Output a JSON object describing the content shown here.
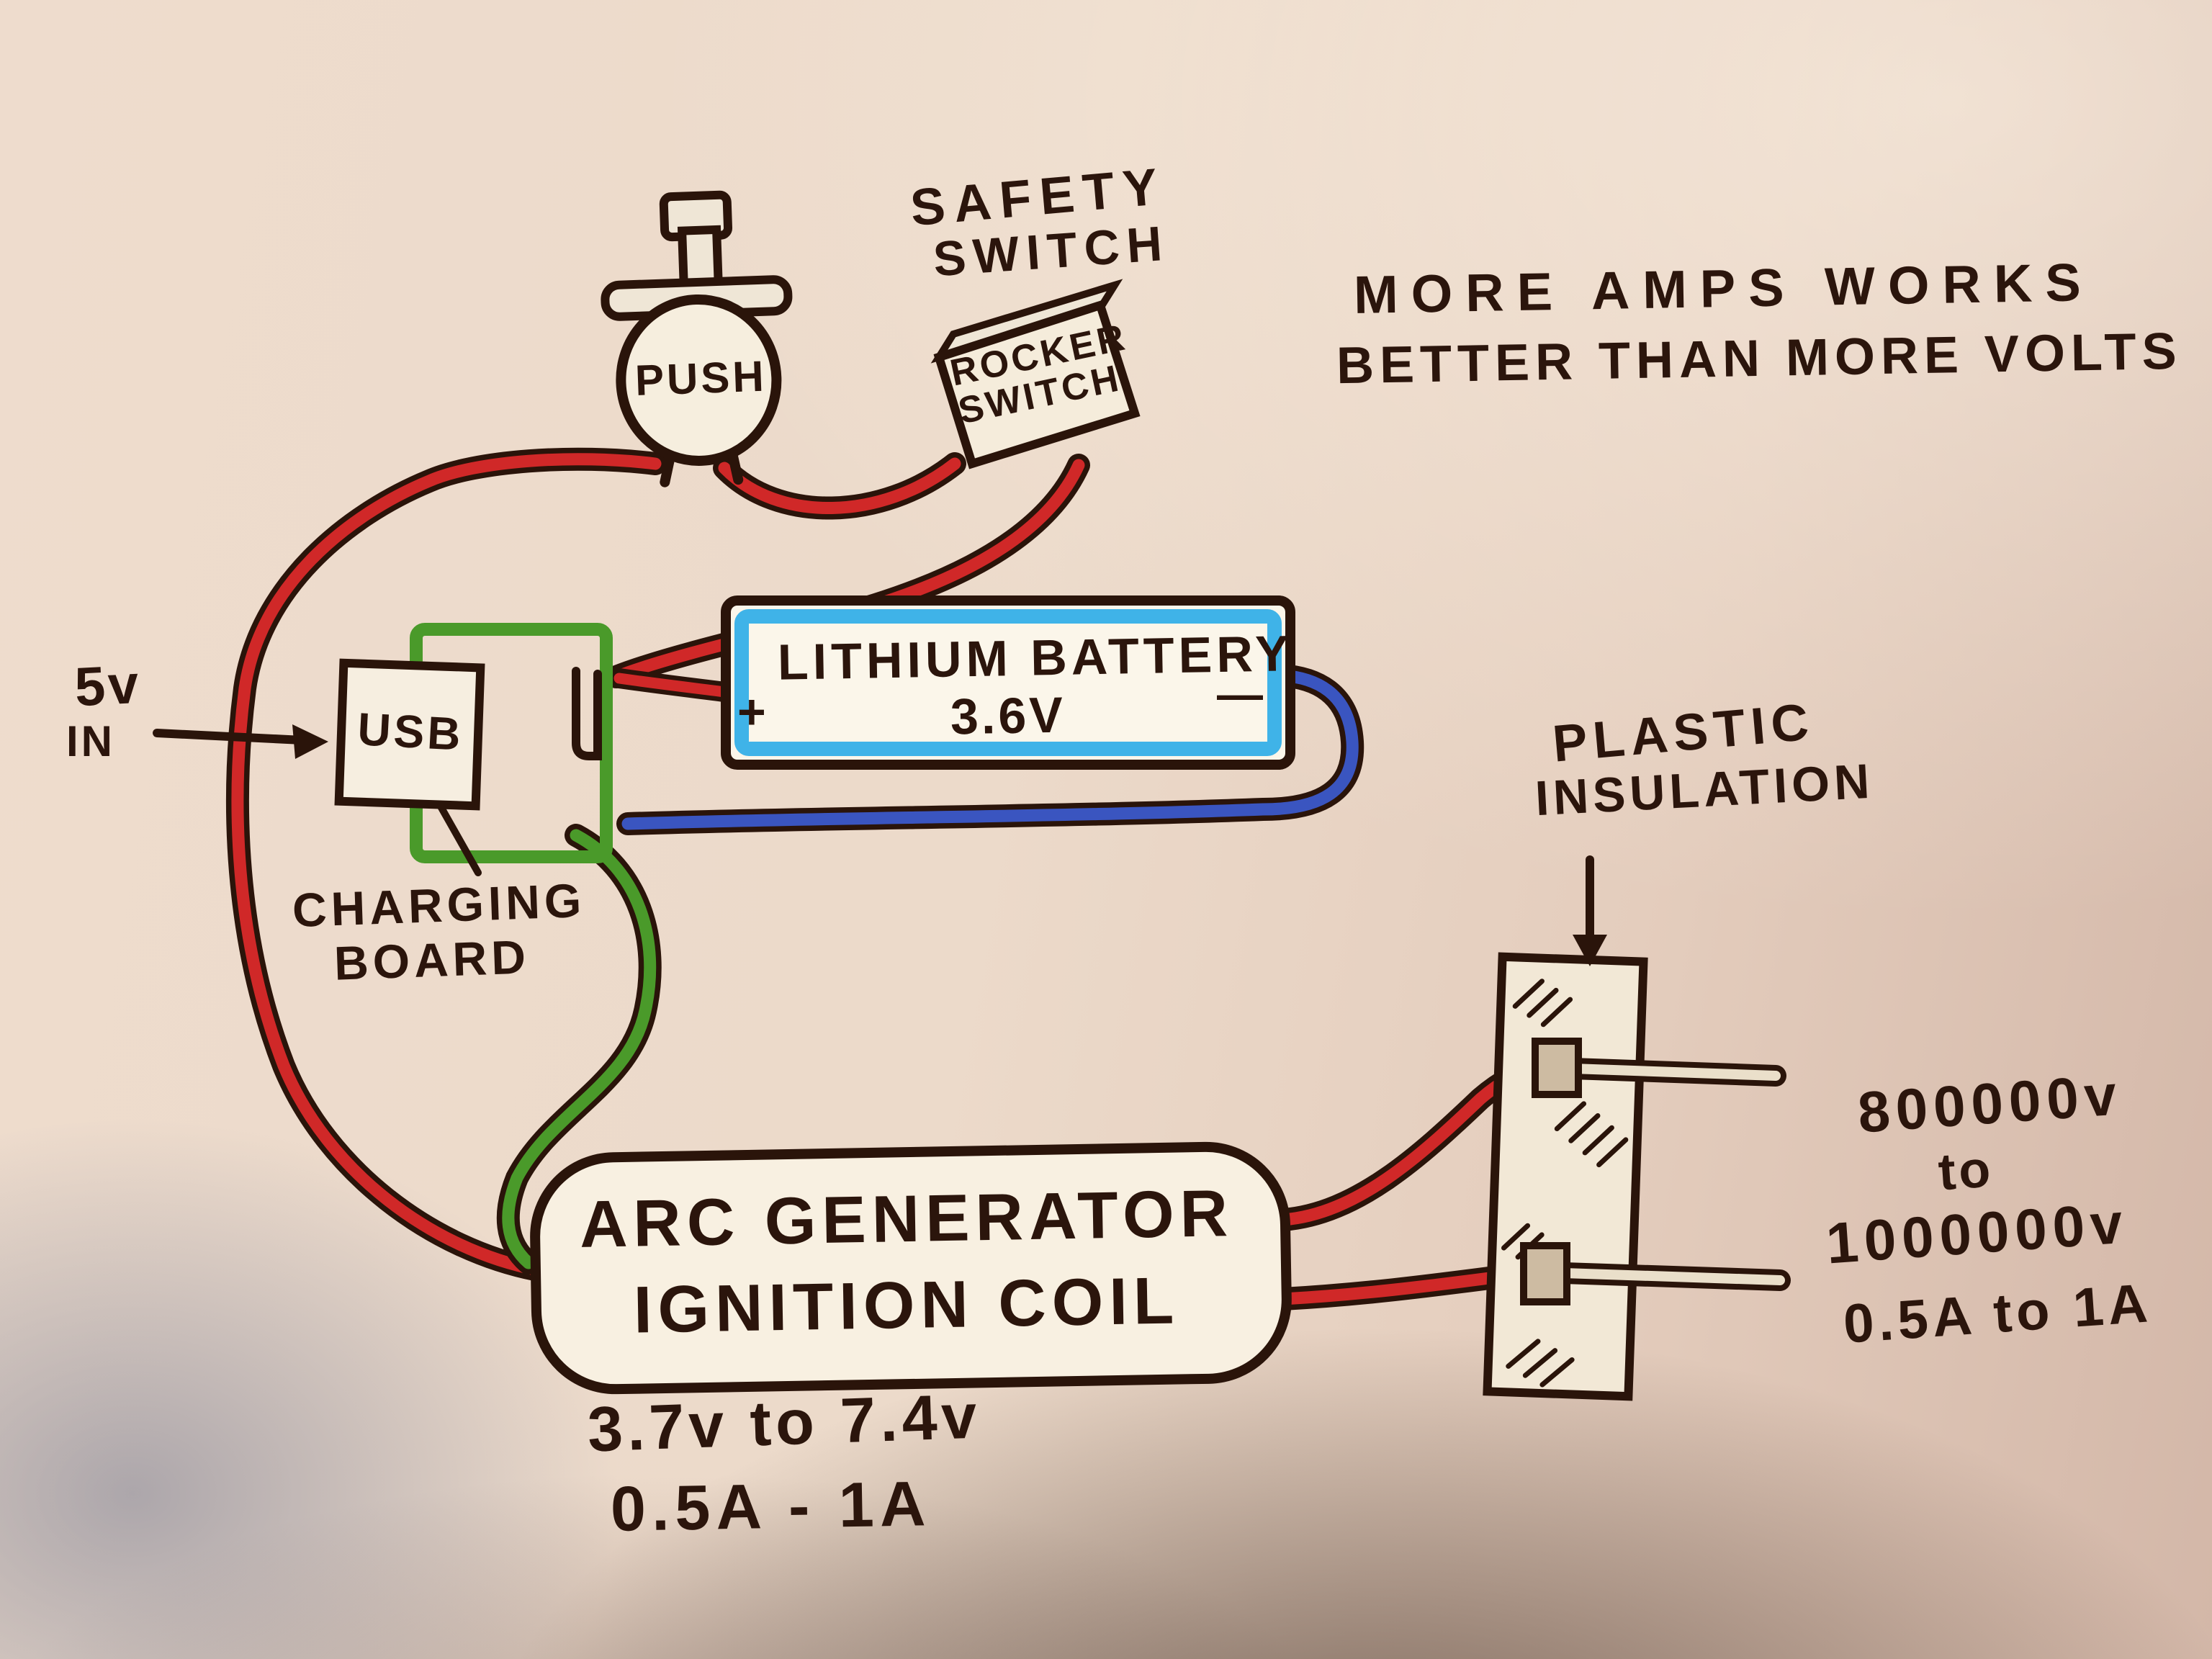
{
  "diagram": {
    "push_button": {
      "label": "PUSH"
    },
    "safety_switch": {
      "label_line1": "SAFETY",
      "label_line2": "SWITCH",
      "box_line1": "ROCKER",
      "box_line2": "SWITCH"
    },
    "note": {
      "line1": "MORE AMPS WORKS",
      "line2": "BETTER THAN MORE VOLTS"
    },
    "power_in": {
      "line1": "5v",
      "line2": "IN"
    },
    "usb": {
      "label": "USB"
    },
    "charging_board": {
      "line1": "CHARGING",
      "line2": "BOARD"
    },
    "battery": {
      "line1": "LITHIUM BATTERY",
      "line2": "3.6V",
      "plus": "+",
      "minus": "—"
    },
    "plastic_insulation": {
      "line1": "PLASTIC",
      "line2": "INSULATION"
    },
    "arc_generator": {
      "line1": "ARC GENERATOR",
      "line2": "IGNITION COIL",
      "spec_line1": "3.7v to 7.4v",
      "spec_line2": "0.5A - 1A"
    },
    "output": {
      "line1": "800000v",
      "line2": "to",
      "line3": "1000000v",
      "line4": "0.5A to 1A"
    },
    "colors": {
      "ink": "#2a140a",
      "wire_red": "#d02828",
      "wire_blue": "#3a55c0",
      "wire_green": "#4a9a2a",
      "battery_blue": "#3fb3e8"
    }
  }
}
